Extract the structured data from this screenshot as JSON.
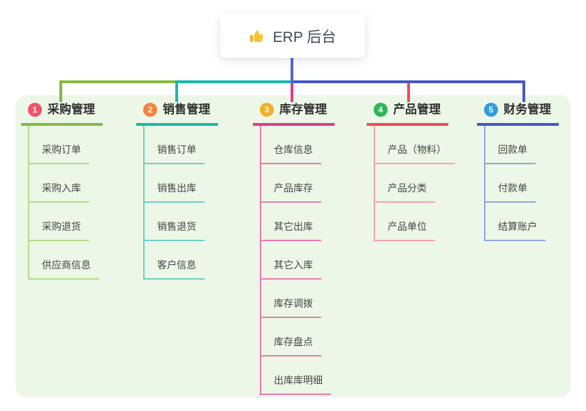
{
  "root": {
    "icon": "thumbs-up-icon",
    "label": "ERP 后台"
  },
  "colors": {
    "panel_background": "#ecf7e7",
    "root_stem": "#5864d6",
    "branch_1_line": "#82ba40",
    "branch_1_child_line": "#b6d98c",
    "branch_1_badge": "#f4526a",
    "branch_2_line": "#19b8aa",
    "branch_2_child_line": "#6fcfc4",
    "branch_2_badge": "#f6833c",
    "branch_3_line": "#dd3b90",
    "branch_3_child_line": "#ee78b4",
    "branch_3_badge": "#f3ae29",
    "branch_4_line": "#f04c52",
    "branch_4_child_line": "#f8a1a8",
    "branch_4_badge": "#2eb757",
    "branch_5_line": "#4257c9",
    "branch_5_child_line": "#93a6de",
    "branch_5_badge": "#2d9de6"
  },
  "branches": [
    {
      "num": "1",
      "title": "采购管理",
      "children": [
        "采购订单",
        "采购入库",
        "采购退货",
        "供应商信息"
      ]
    },
    {
      "num": "2",
      "title": "销售管理",
      "children": [
        "销售订单",
        "销售出库",
        "销售退货",
        "客户信息"
      ]
    },
    {
      "num": "3",
      "title": "库存管理",
      "children": [
        "仓库信息",
        "产品库存",
        "其它出库",
        "其它入库",
        "库存调拨",
        "库存盘点",
        "出库库明细"
      ]
    },
    {
      "num": "4",
      "title": "产品管理",
      "children": [
        "产品（物料）",
        "产品分类",
        "产品单位"
      ]
    },
    {
      "num": "5",
      "title": "财务管理",
      "children": [
        "回款单",
        "付款单",
        "结算账户"
      ]
    }
  ]
}
